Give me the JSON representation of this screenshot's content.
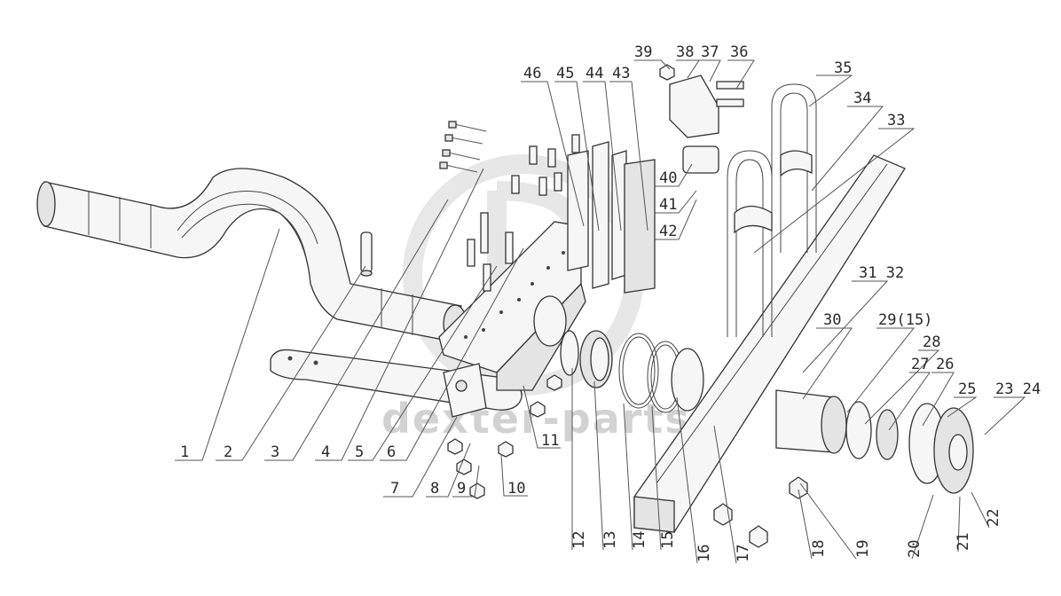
{
  "diagram": {
    "watermark_text": "dexter-parts",
    "callouts": {
      "c1": "1",
      "c2": "2",
      "c3": "3",
      "c4": "4",
      "c5": "5",
      "c6": "6",
      "c7": "7",
      "c8": "8",
      "c9": "9",
      "c10": "10",
      "c11": "11",
      "c12": "12",
      "c13": "13",
      "c14": "14",
      "c15": "15",
      "c16": "16",
      "c17": "17",
      "c18": "18",
      "c19": "19",
      "c20": "20",
      "c21": "21",
      "c22": "22",
      "c23_24": "23 24",
      "c25": "25",
      "c26": "26",
      "c27": "27",
      "c28": "28",
      "c29": "29(15)",
      "c30": "30",
      "c31_32": "31 32",
      "c33": "33",
      "c34": "34",
      "c35": "35",
      "c36": "36",
      "c37": "37",
      "c38": "38",
      "c39": "39",
      "c40": "40",
      "c41": "41",
      "c42": "42",
      "c43": "43",
      "c44": "44",
      "c45": "45",
      "c46": "46"
    }
  }
}
